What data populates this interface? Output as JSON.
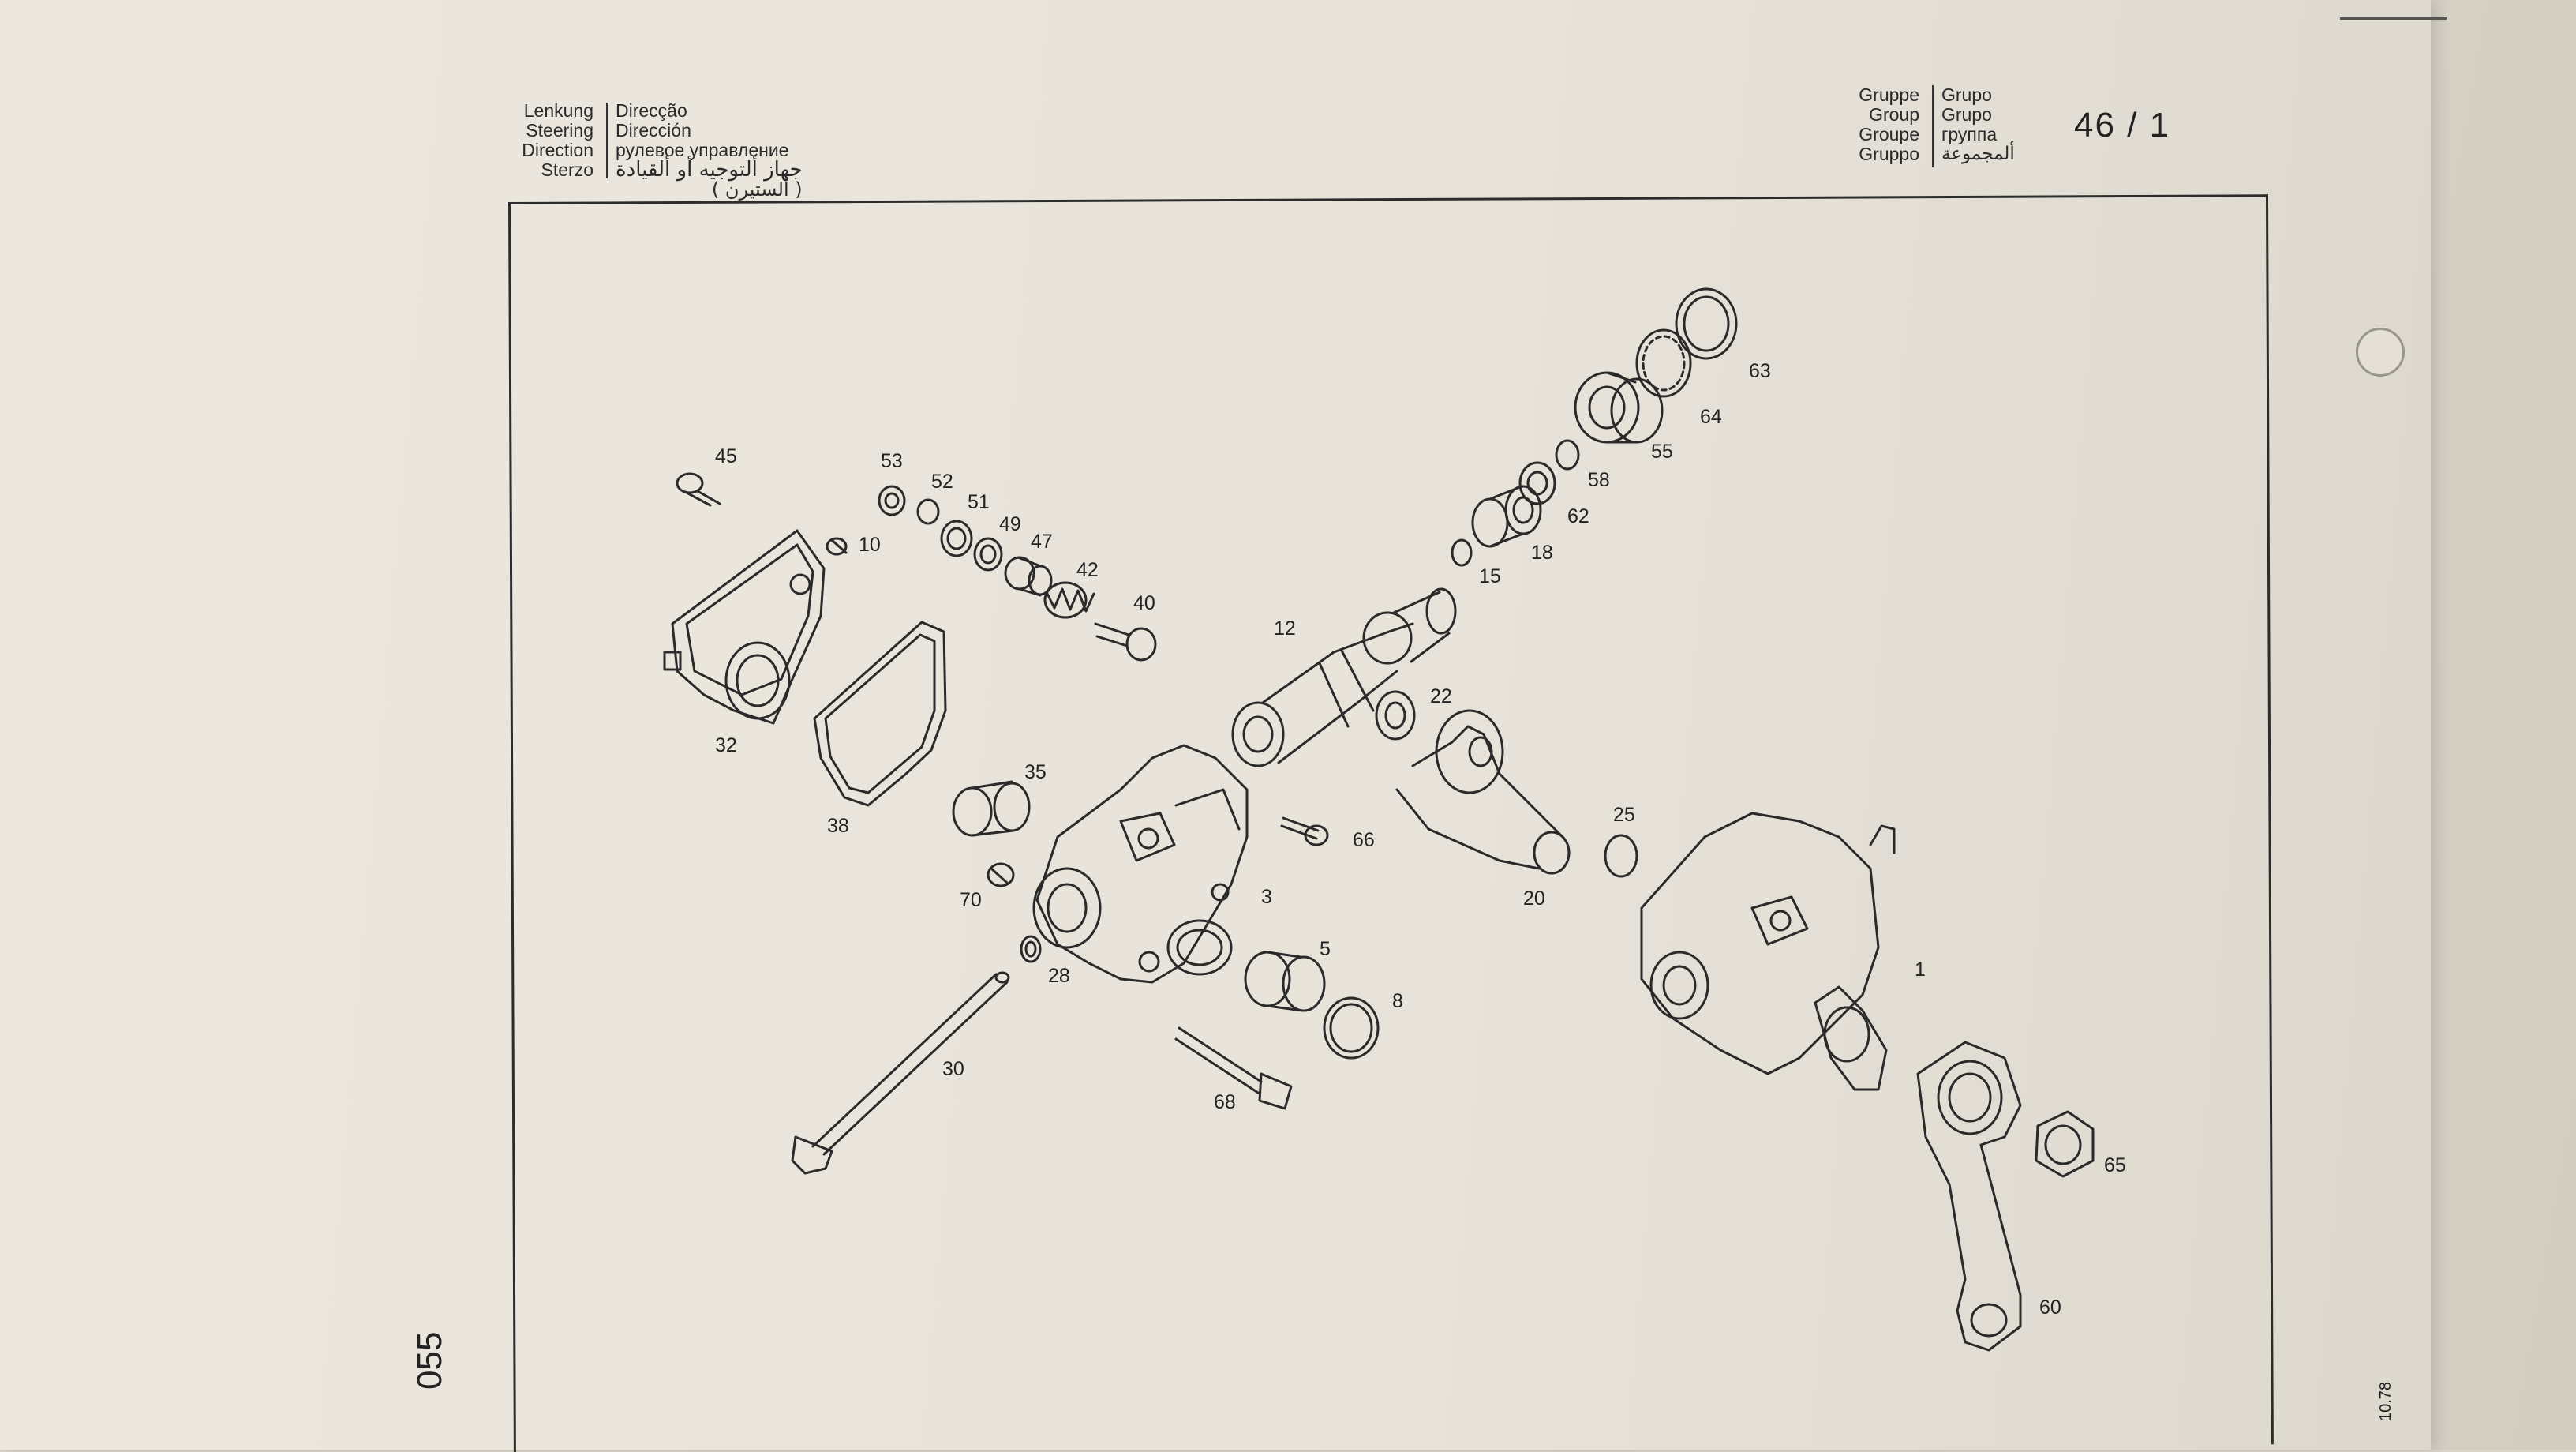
{
  "header": {
    "languages_left": [
      "Lenkung",
      "Steering",
      "Direction",
      "Sterzo"
    ],
    "languages_right": [
      "Direcção",
      "Dirección",
      "рулевое управление"
    ],
    "arabic_title": "جهاز ألتوجيه أو ألقيادة",
    "arabic_subtitle": "( ألستيرن )",
    "group_left": [
      "Gruppe",
      "Group",
      "Groupe",
      "Gruppo"
    ],
    "group_right": [
      "Grupo",
      "Grupo",
      "группа",
      "ألمجموعة"
    ],
    "group_number": "46 / 1"
  },
  "side_code": "055",
  "date_code": "10.78",
  "parts": [
    {
      "id": "p1",
      "label": "1"
    },
    {
      "id": "p3",
      "label": "3"
    },
    {
      "id": "p5",
      "label": "5"
    },
    {
      "id": "p8",
      "label": "8"
    },
    {
      "id": "p10",
      "label": "10"
    },
    {
      "id": "p12",
      "label": "12"
    },
    {
      "id": "p15",
      "label": "15"
    },
    {
      "id": "p18",
      "label": "18"
    },
    {
      "id": "p20",
      "label": "20"
    },
    {
      "id": "p22",
      "label": "22"
    },
    {
      "id": "p25",
      "label": "25"
    },
    {
      "id": "p28",
      "label": "28"
    },
    {
      "id": "p30",
      "label": "30"
    },
    {
      "id": "p32",
      "label": "32"
    },
    {
      "id": "p35",
      "label": "35"
    },
    {
      "id": "p38",
      "label": "38"
    },
    {
      "id": "p40",
      "label": "40"
    },
    {
      "id": "p42",
      "label": "42"
    },
    {
      "id": "p45",
      "label": "45"
    },
    {
      "id": "p47",
      "label": "47"
    },
    {
      "id": "p49",
      "label": "49"
    },
    {
      "id": "p51",
      "label": "51"
    },
    {
      "id": "p52",
      "label": "52"
    },
    {
      "id": "p53",
      "label": "53"
    },
    {
      "id": "p55",
      "label": "55"
    },
    {
      "id": "p58",
      "label": "58"
    },
    {
      "id": "p60",
      "label": "60"
    },
    {
      "id": "p62",
      "label": "62"
    },
    {
      "id": "p63",
      "label": "63"
    },
    {
      "id": "p64",
      "label": "64"
    },
    {
      "id": "p65",
      "label": "65"
    },
    {
      "id": "p66",
      "label": "66"
    },
    {
      "id": "p68",
      "label": "68"
    },
    {
      "id": "p70",
      "label": "70"
    }
  ]
}
